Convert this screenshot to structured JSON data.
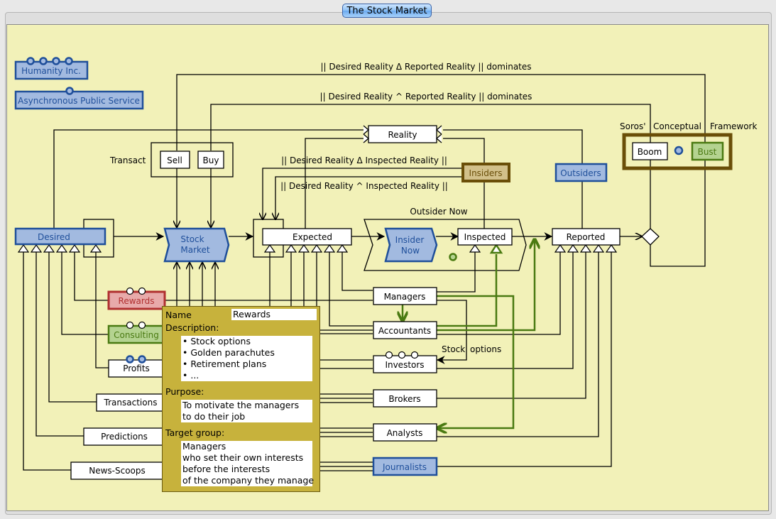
{
  "window": {
    "title": "The Stock Market"
  },
  "legend": {
    "humanity": "Humanity Inc.",
    "public_service": "Asynchronous Public Service"
  },
  "labels": {
    "top_rule_1": "|| Desired Reality Δ Reported Reality || dominates",
    "top_rule_2": "|| Desired Reality ^ Reported Reality || dominates",
    "inner_rule_1": "|| Desired Reality Δ Inspected Reality ||",
    "inner_rule_2": "|| Desired Reality ^ Inspected Reality ||",
    "transact": "Transact",
    "outsider_now": "Outsider Now",
    "soros": "Soros'",
    "conceptual": "Conceptual",
    "framework": "Framework",
    "stock": "Stock",
    "options": "options"
  },
  "nodes": {
    "reality": "Reality",
    "sell": "Sell",
    "buy": "Buy",
    "insiders": "Insiders",
    "outsiders": "Outsiders",
    "boom": "Boom",
    "bust": "Bust",
    "desired": "Desired",
    "stock_market_1": "Stock",
    "stock_market_2": "Market",
    "expected": "Expected",
    "insider_now_1": "Insider",
    "insider_now_2": "Now",
    "inspected": "Inspected",
    "reported": "Reported",
    "rewards": "Rewards",
    "consulting": "Consulting",
    "profits": "Profits",
    "transactions": "Transactions",
    "predictions": "Predictions",
    "news_scoops": "News-Scoops",
    "managers": "Managers",
    "accountants": "Accountants",
    "investors": "Investors",
    "brokers": "Brokers",
    "analysts": "Analysts",
    "journalists": "Journalists"
  },
  "properties_panel": {
    "name_label": "Name",
    "name_value": "Rewards",
    "description_label": "Description:",
    "description_items": [
      "• Stock options",
      "• Golden parachutes",
      "• Retirement plans",
      "• ..."
    ],
    "purpose_label": "Purpose:",
    "purpose_lines": [
      "To motivate the managers",
      "to do their job"
    ],
    "target_label": "Target group:",
    "target_lines": [
      "Managers",
      "who set their own interests",
      "before the interests",
      "of the company they manage"
    ]
  },
  "colors": {
    "canvas": "#f2f1b8",
    "blue_fill": "#a2bae0",
    "blue_stroke": "#1f4f9a",
    "green_fill": "#b4d390",
    "green_stroke": "#4a7a12",
    "red_fill": "#e8aaaa",
    "red_stroke": "#b03030",
    "brown_fill": "#d2c08a",
    "brown_stroke": "#6a4e08",
    "panel": "#c7b23c"
  }
}
